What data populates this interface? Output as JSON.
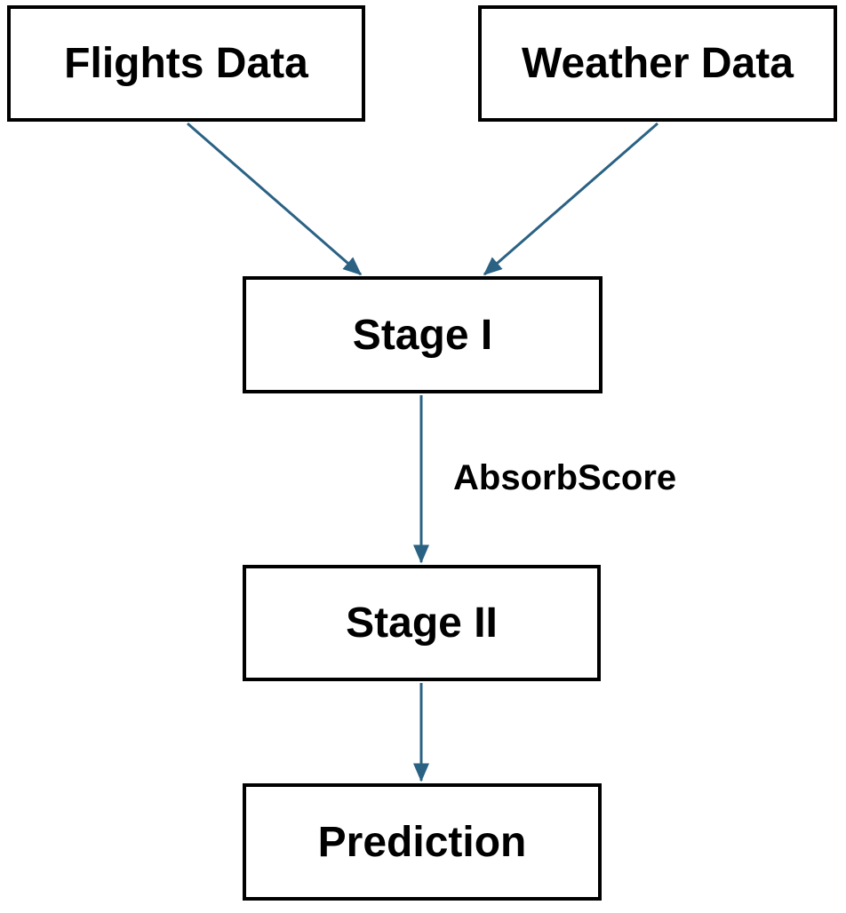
{
  "diagram": {
    "nodes": [
      {
        "id": "flights_data",
        "label": "Flights Data"
      },
      {
        "id": "weather_data",
        "label": "Weather Data"
      },
      {
        "id": "stage_1",
        "label": "Stage I"
      },
      {
        "id": "stage_2",
        "label": "Stage II"
      },
      {
        "id": "prediction",
        "label": "Prediction"
      }
    ],
    "edges": [
      {
        "from": "flights_data",
        "to": "stage_1",
        "label": ""
      },
      {
        "from": "weather_data",
        "to": "stage_1",
        "label": ""
      },
      {
        "from": "stage_1",
        "to": "stage_2",
        "label": "AbsorbScore"
      },
      {
        "from": "stage_2",
        "to": "prediction",
        "label": ""
      }
    ],
    "colors": {
      "arrow": "#2A6284",
      "box_border": "#000000",
      "box_fill": "#FFFFFF",
      "label_text": "#000000",
      "background": "#FFFFFF"
    }
  }
}
